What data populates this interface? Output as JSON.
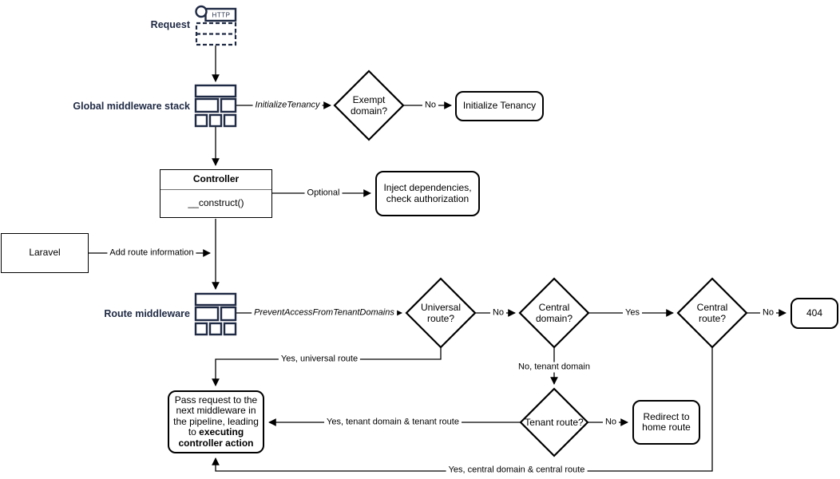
{
  "colors": {
    "accent_navy": "#1f2a44",
    "line_black": "#000000",
    "bg": "#ffffff"
  },
  "nodes": {
    "request": {
      "label": "Request",
      "icon_text": "HTTP"
    },
    "global_middleware": {
      "label": "Global middleware stack"
    },
    "exempt_domain": {
      "label": "Exempt domain?"
    },
    "initialize_tenancy": {
      "label": "Initialize Tenancy"
    },
    "controller": {
      "title": "Controller",
      "method": "__construct()"
    },
    "inject_dependencies": {
      "label": "Inject dependencies, check authorization"
    },
    "laravel": {
      "label": "Laravel"
    },
    "route_middleware": {
      "label": "Route middleware"
    },
    "universal_route": {
      "label": "Universal route?"
    },
    "central_domain": {
      "label": "Central domain?"
    },
    "central_route": {
      "label": "Central route?"
    },
    "error_404": {
      "label": "404"
    },
    "tenant_route": {
      "label": "Tenant route?"
    },
    "redirect_home": {
      "label": "Redirect to home route"
    },
    "pass_request": {
      "text": "Pass request to the next middleware in the pipeline, leading to ",
      "bold_text": "executing controller action"
    }
  },
  "edges": {
    "initialize_tenancy_middleware": "InitializeTenancy",
    "exempt_no": "No",
    "optional": "Optional",
    "add_route_information": "Add route information",
    "prevent_access": "PreventAccessFromTenantDomains",
    "universal_no": "No",
    "central_domain_yes": "Yes",
    "central_route_no": "No",
    "universal_yes": "Yes, universal route",
    "tenant_domain_no": "No, tenant domain",
    "tenant_route_no": "No",
    "tenant_yes": "Yes, tenant domain & tenant route",
    "central_yes": "Yes, central domain & central route"
  }
}
